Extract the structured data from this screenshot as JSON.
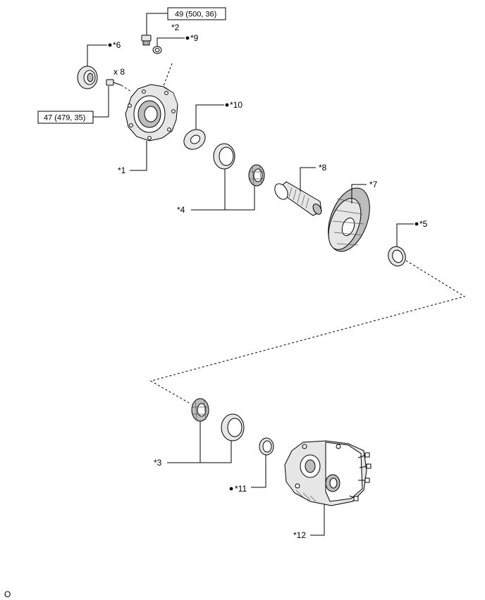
{
  "labels": {
    "part1": "*1",
    "part2": "*2",
    "part3": "*3",
    "part4": "*4",
    "part5": "*5",
    "part6": "*6",
    "part7": "*7",
    "part8": "*8",
    "part9": "*9",
    "part10": "*10",
    "part11": "*11",
    "part12": "*12",
    "bolt_qty": "x 8",
    "footer": "O"
  },
  "torque": {
    "plug": "49 (500, 36)",
    "bolt": "47 (479, 35)"
  },
  "marker_symbol": "●"
}
